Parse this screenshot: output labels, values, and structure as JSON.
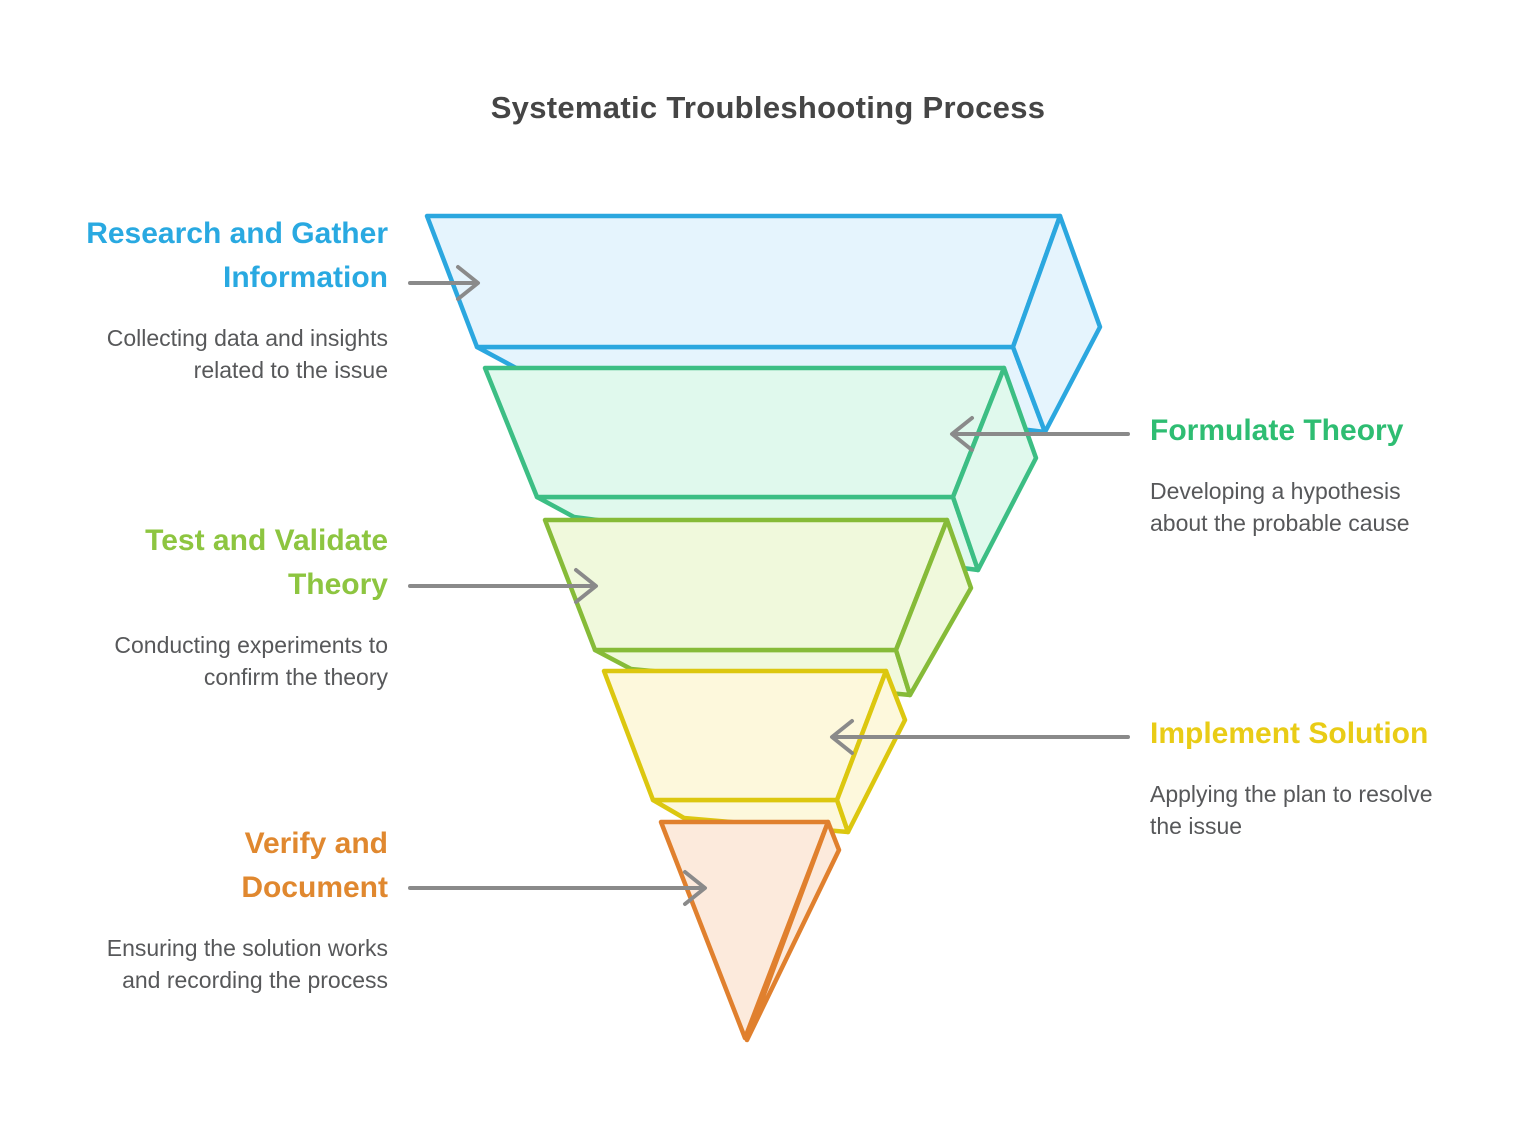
{
  "title": "Systematic Troubleshooting Process",
  "colors": {
    "background": "#FFFFFF",
    "title_text": "#454545",
    "description_text": "#57585A",
    "arrow": "#8A8A8A"
  },
  "stages": [
    {
      "name": "Research and Gather Information",
      "heading_lines": [
        "Research and Gather",
        "Information"
      ],
      "description": "Collecting data and insights related to the issue",
      "description_lines": [
        "Collecting data and insights",
        "related to the issue"
      ],
      "label_side": "left",
      "heading_color": "#29A9E1",
      "shape_stroke": "#2BA7DF",
      "shape_fill": "#E5F4FD"
    },
    {
      "name": "Formulate Theory",
      "heading_lines": [
        "Formulate Theory"
      ],
      "description": "Developing a hypothesis about the probable cause",
      "description_lines": [
        "Developing a hypothesis",
        "about the probable cause"
      ],
      "label_side": "right",
      "heading_color": "#2EBD72",
      "shape_stroke": "#3CBE84",
      "shape_fill": "#E0F9ED"
    },
    {
      "name": "Test and Validate Theory",
      "heading_lines": [
        "Test and Validate",
        "Theory"
      ],
      "description": "Conducting experiments to confirm the theory",
      "description_lines": [
        "Conducting experiments to",
        "confirm the theory"
      ],
      "label_side": "left",
      "heading_color": "#8DC540",
      "shape_stroke": "#86BB38",
      "shape_fill": "#F0F9DC"
    },
    {
      "name": "Implement Solution",
      "heading_lines": [
        "Implement Solution"
      ],
      "description": "Applying the plan to resolve the issue",
      "description_lines": [
        "Applying the plan to resolve",
        "the issue"
      ],
      "label_side": "right",
      "heading_color": "#E9CC16",
      "shape_stroke": "#DCC70F",
      "shape_fill": "#FDF8DC"
    },
    {
      "name": "Verify and Document",
      "heading_lines": [
        "Verify and",
        "Document"
      ],
      "description": "Ensuring the solution works and recording the process",
      "description_lines": [
        "Ensuring the solution works",
        "and recording the process"
      ],
      "label_side": "left",
      "heading_color": "#E0882F",
      "shape_stroke": "#E0802E",
      "shape_fill": "#FCEADC"
    }
  ]
}
